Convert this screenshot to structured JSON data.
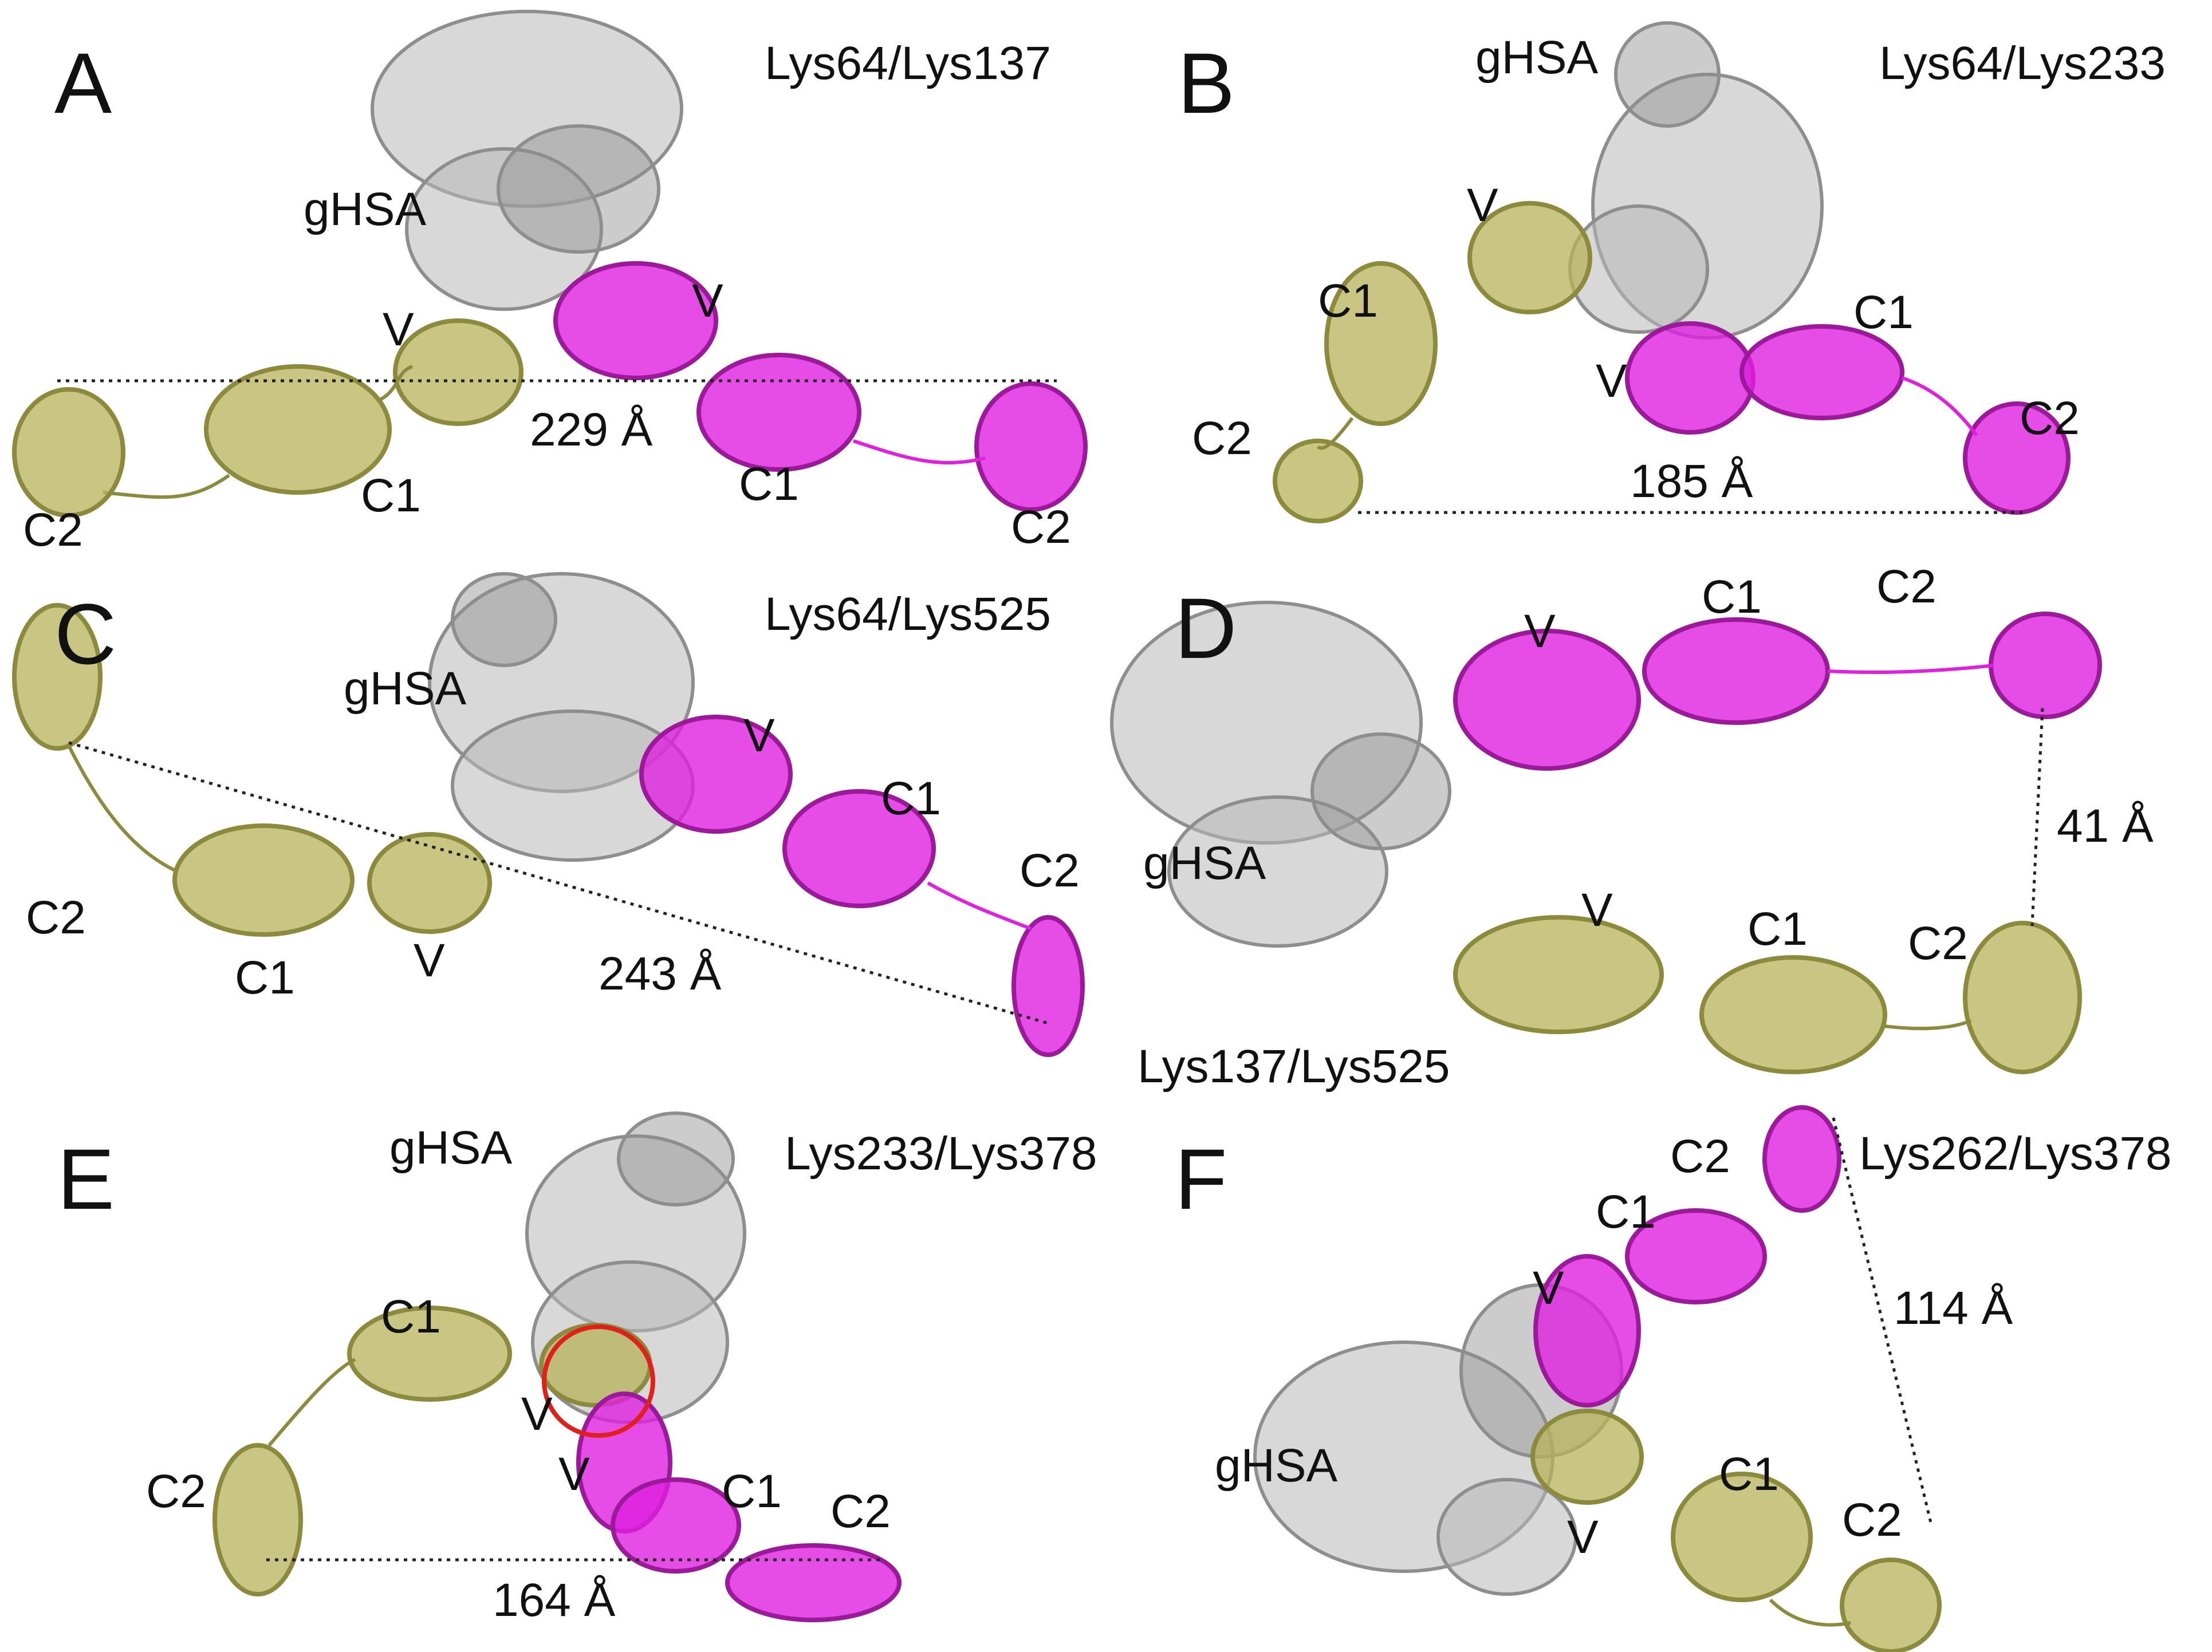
{
  "colors": {
    "albumin": "#b8b8b8",
    "albumin_dark": "#8e8e8e",
    "olive_chain": "#b7b35a",
    "olive_dark": "#8c8a3c",
    "magenta_chain": "#e01fe0",
    "magenta_dark": "#9a1a9a",
    "distance_line": "#222222",
    "highlight_circle": "#e0201a"
  },
  "panels": [
    {
      "letter": "A",
      "pair": "Lys64/Lys137",
      "protein_label": "gHSA",
      "distance": "229 Å",
      "olive_labels": [
        "V",
        "C1",
        "C2"
      ],
      "magenta_labels": [
        "V",
        "C1",
        "C2"
      ]
    },
    {
      "letter": "B",
      "pair": "Lys64/Lys233",
      "protein_label": "gHSA",
      "distance": "185 Å",
      "olive_labels": [
        "V",
        "C1",
        "C2"
      ],
      "magenta_labels": [
        "V",
        "C1",
        "C2"
      ]
    },
    {
      "letter": "C",
      "pair": "Lys64/Lys525",
      "protein_label": "gHSA",
      "distance": "243 Å",
      "olive_labels": [
        "V",
        "C1",
        "C2"
      ],
      "magenta_labels": [
        "V",
        "C1",
        "C2"
      ]
    },
    {
      "letter": "D",
      "pair": "Lys137/Lys525",
      "protein_label": "gHSA",
      "distance": "41 Å",
      "olive_labels": [
        "V",
        "C1",
        "C2"
      ],
      "magenta_labels": [
        "V",
        "C1",
        "C2"
      ]
    },
    {
      "letter": "E",
      "pair": "Lys233/Lys378",
      "protein_label": "gHSA",
      "distance": "164 Å",
      "olive_labels": [
        "V",
        "C1",
        "C2"
      ],
      "magenta_labels": [
        "V",
        "C1",
        "C2"
      ]
    },
    {
      "letter": "F",
      "pair": "Lys262/Lys378",
      "protein_label": "gHSA",
      "distance": "114 Å",
      "olive_labels": [
        "V",
        "C1",
        "C2"
      ],
      "magenta_labels": [
        "V",
        "C1",
        "C2"
      ]
    }
  ]
}
